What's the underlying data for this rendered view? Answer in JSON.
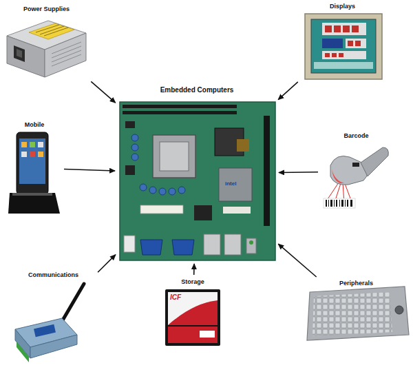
{
  "diagram": {
    "nodes": [
      {
        "text": [
          "Power Supplies"
        ]
      },
      {
        "text": [
          "Displays"
        ]
      },
      {
        "text": [
          "Embedded Computers"
        ]
      },
      {
        "text": [
          "Mobile"
        ]
      },
      {
        "text": [
          "Barcode"
        ]
      },
      {
        "text": [
          "Communications"
        ]
      },
      {
        "text": [
          "Storage"
        ]
      },
      {
        "text": [
          "Peripherals"
        ]
      }
    ],
    "edges": [
      {
        "from": 0,
        "to": 2,
        "arrow": "to"
      },
      {
        "from": 1,
        "to": 2,
        "arrow": "to"
      },
      {
        "from": 3,
        "to": 2,
        "arrow": "to"
      },
      {
        "from": 4,
        "to": 2,
        "arrow": "to"
      },
      {
        "from": 5,
        "to": 2,
        "arrow": "to"
      },
      {
        "from": 6,
        "to": 2,
        "arrow": "to"
      },
      {
        "from": 7,
        "to": 2,
        "arrow": "to"
      }
    ],
    "labels": [
      "ICF",
      "intel"
    ]
  }
}
